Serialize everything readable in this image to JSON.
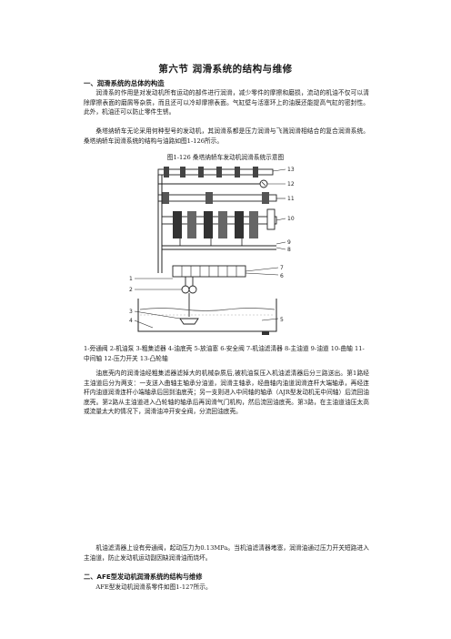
{
  "title": "第六节    润滑系统的结构与维修",
  "section1_heading": "一、润滑系统的总体的构造",
  "intro_paragraph": "润滑系的作用是对发动机所有运动的部件进行润滑，减少零件的摩擦和磨损，流动的机油不仅可以清除摩擦表面的磨屑等杂质，而且还可以冷却摩擦表面。气缸壁与活塞环上的油膜还能提高气缸的密封性。此外，机油还可以防止零件生锈。",
  "santana_paragraph": "桑塔纳轿车无论采用何种型号的发动机，其润滑系都是压力润滑与飞溅润滑相结合的复合润滑系统。桑塔纳轿车润滑系统的结构与油路如图1-126所示。",
  "figure_caption": "图1-126    桑塔纳轿车发动机润滑系统示意图",
  "figure_labels": [
    "1",
    "2",
    "3",
    "4",
    "5",
    "6",
    "7",
    "8",
    "9",
    "10",
    "11",
    "12",
    "13"
  ],
  "legend_text": "1-旁通阀   2-机油泵  3-粗集滤器  4-油底壳  5-放油塞  6-安全阀  7-机油滤清器  8-主油道  9-油道  10-曲轴  11-中间轴  12-压力开关  13-凸轮轴",
  "oil_flow_paragraph": "油底壳内的润滑油经粗集滤器滤掉大的机械杂质后,被机油泵压入机油滤清器后分三路送出。第1路经主油道后分为两支：一支送入曲轴主轴承分油道，润滑主轴承，经曲轴内油道润滑连杆大端轴承，再经连杆内油道润滑连杆小端轴承后回到油底壳；另一支则进入中间轴的轴承（AJR型发动机无中间轴）后流回油底壳。第2路从主油道进入凸轮轴的轴承后再润滑气门机构，然后流回油底壳。第3路，在主油道油压太高或流量太大的情况下，润滑油冲开安全阀，分流回油底壳。",
  "filter_paragraph": "机油滤清器上设有旁通阀，起动压力为0.13MPa。当机油滤清器堵塞，润滑油通过压力开关短路进入主油道，防止发动机运动副因缺润滑油而烧坏。",
  "section2_heading": "二、AFE型发动机润滑系统的结构与维修",
  "afe_paragraph": "AFE型发动机润滑系零件如图1-127所示。"
}
